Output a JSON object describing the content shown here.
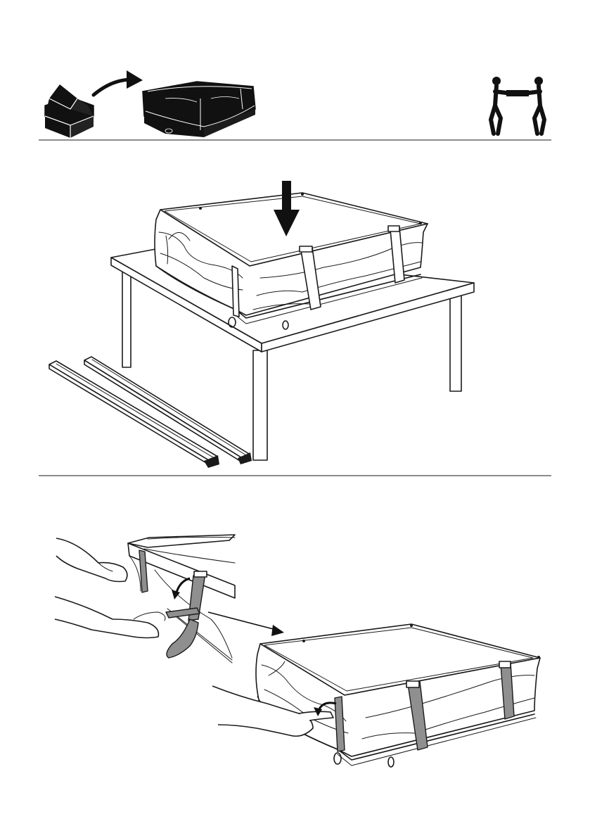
{
  "page": {
    "background": "#ffffff",
    "ink_color": "#1a1a1a",
    "strap_color": "#8f8f8f"
  },
  "header": {
    "icons": [
      "open-box-icon",
      "curved-arrow-icon",
      "packed-mattress-icon",
      "two-person-lift-icon"
    ]
  },
  "step_1": {
    "icons": [
      "down-arrow-icon",
      "table",
      "packed-mattress",
      "frame-rail-left",
      "frame-rail-right"
    ]
  },
  "step_2": {
    "icons": [
      "hand-left-icon",
      "hand-right-icon",
      "strap-release-icon",
      "motion-arrow-icon",
      "packed-mattress-strapped",
      "hand-pull-icon"
    ]
  }
}
